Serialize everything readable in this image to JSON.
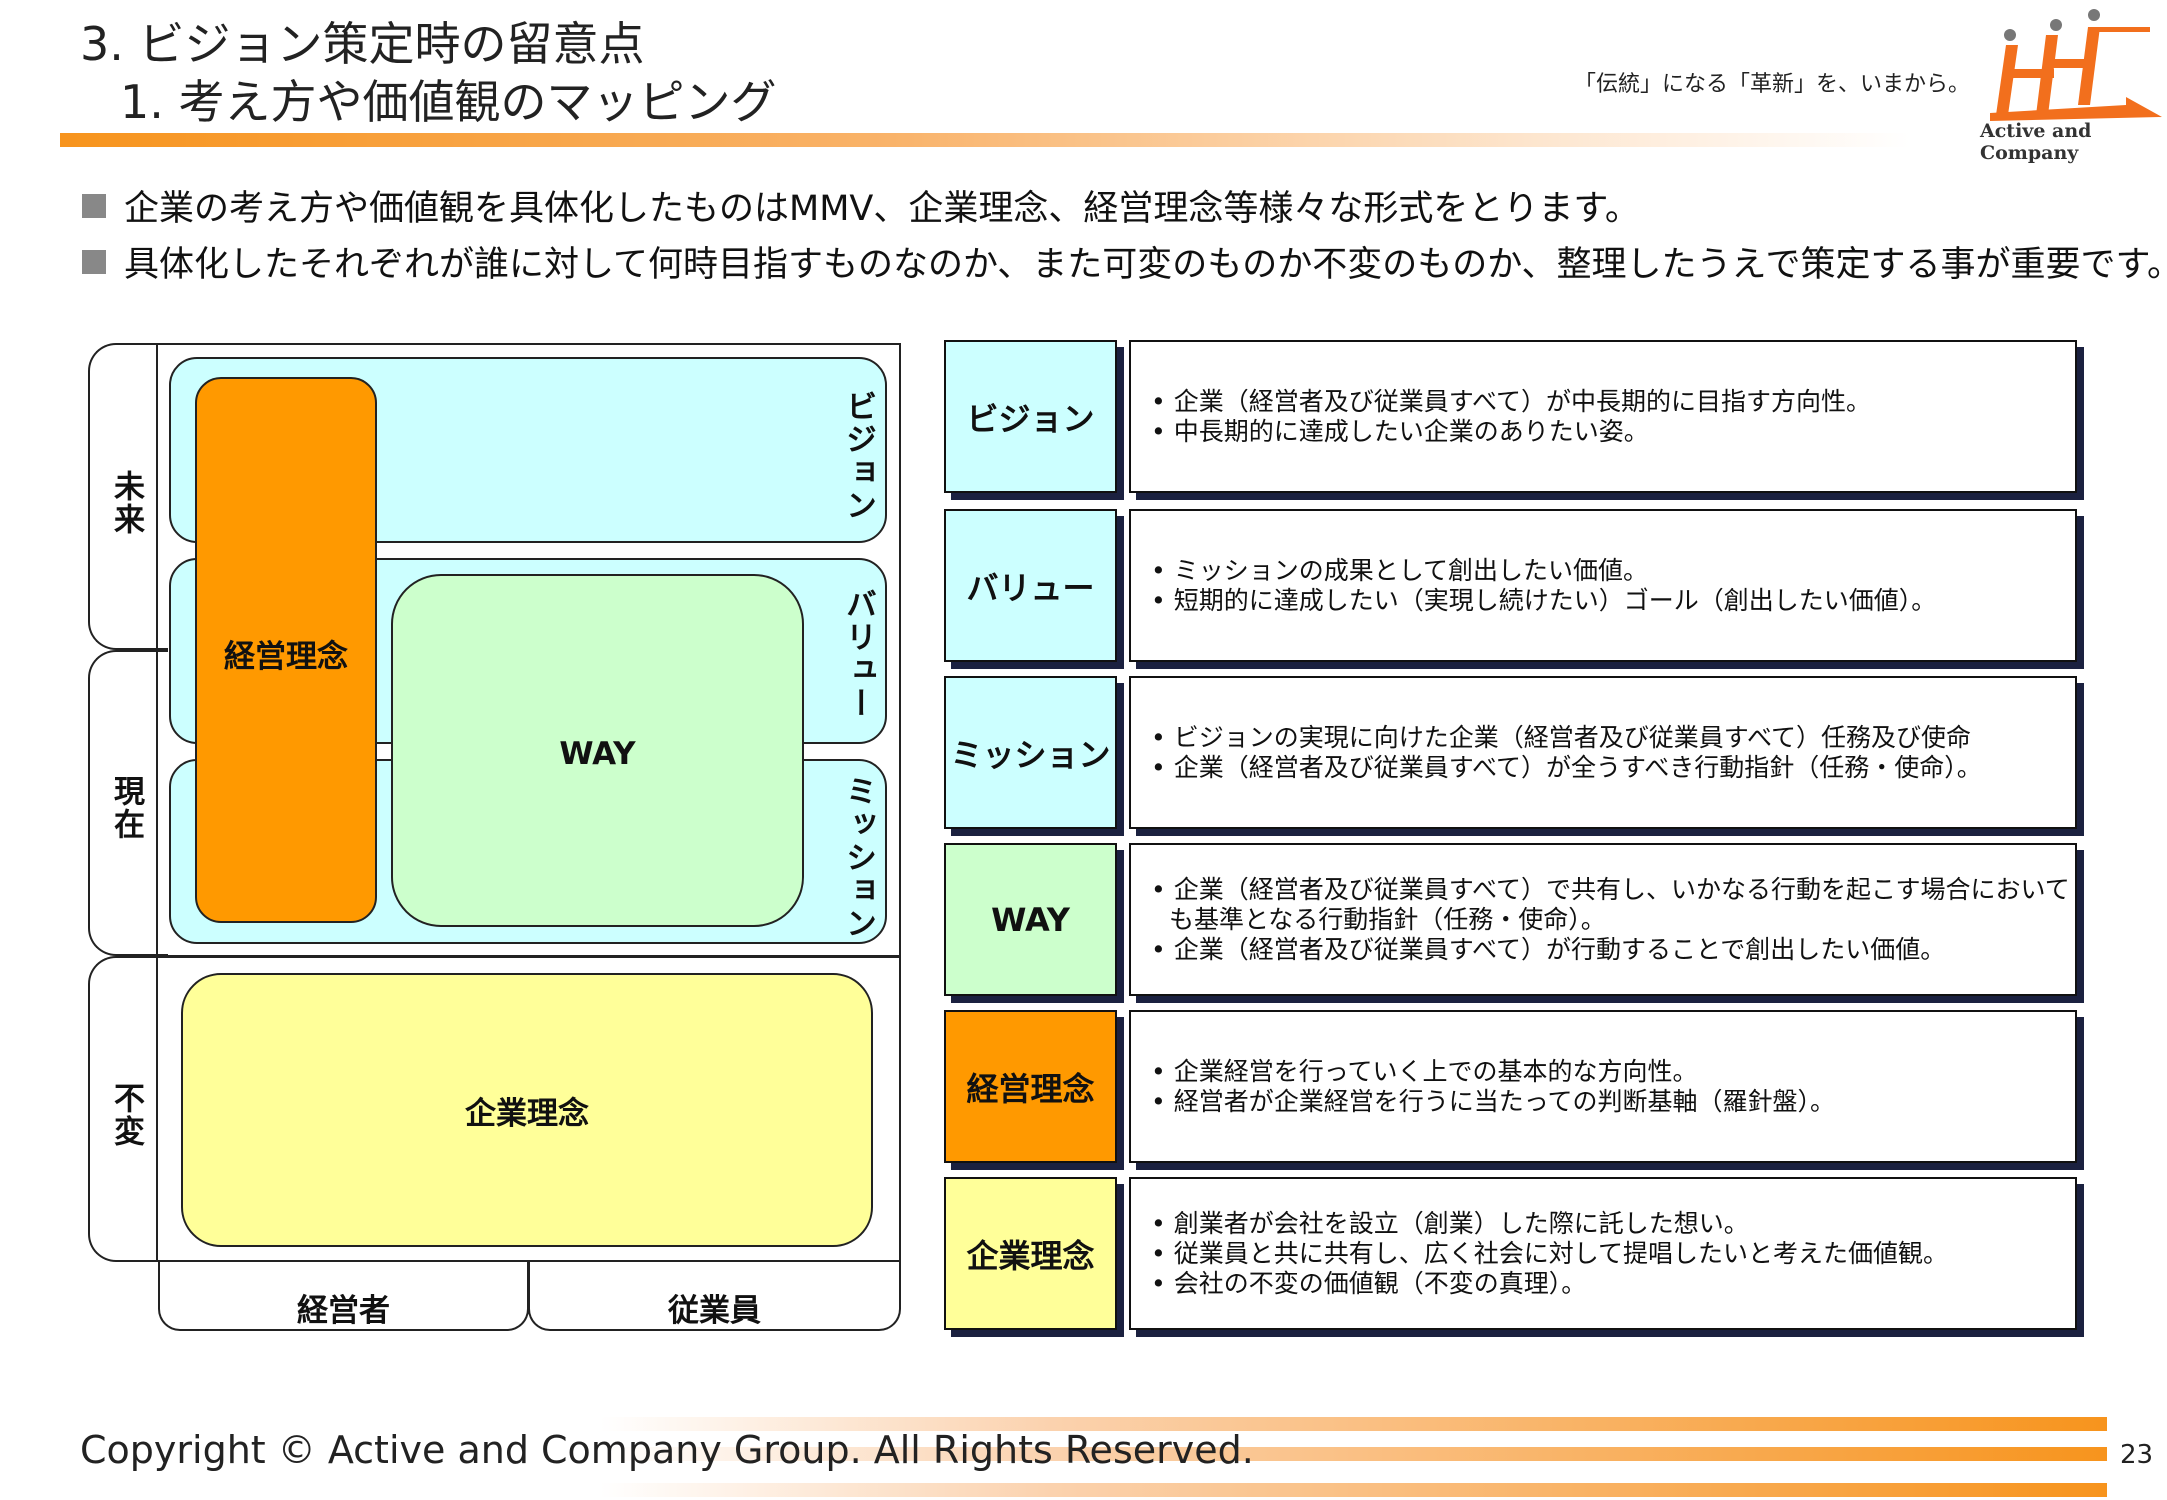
{
  "header": {
    "title_line1": "3. ビジョン策定時の留意点",
    "title_line2": "1. 考え方や価値観のマッピング",
    "tagline": "「伝統」になる「革新」を、いまから。",
    "logo_caption": "Active and Company"
  },
  "bullets": [
    "企業の考え方や価値観を具体化したものはMMV、企業理念、経営理念等様々な形式をとります。",
    "具体化したそれぞれが誰に対して何時目指すものなのか、また可変のものか不変のものか、整理したうえで策定する事が重要です。"
  ],
  "diagram": {
    "rows": [
      "未来",
      "現在",
      "不変"
    ],
    "columns": [
      "経営者",
      "従業員"
    ],
    "vision": "ビジョン",
    "value": "バリュー",
    "mission": "ミッション",
    "management": "経営理念",
    "way": "WAY",
    "corporate": "企業理念"
  },
  "definitions": [
    {
      "label": "ビジョン",
      "color": "#ccffff",
      "lines": [
        "企業（経営者及び従業員すべて）が中長期的に目指す方向性。",
        "中長期的に達成したい企業のありたい姿。"
      ]
    },
    {
      "label": "バリュー",
      "color": "#ccffff",
      "lines": [
        "ミッションの成果として創出したい価値。",
        "短期的に達成したい（実現し続けたい）ゴール（創出したい価値）。"
      ]
    },
    {
      "label": "ミッション",
      "color": "#ccffff",
      "lines": [
        "ビジョンの実現に向けた企業（経営者及び従業員すべて）任務及び使命",
        "企業（経営者及び従業員すべて）が全うすべき行動指針（任務・使命）。"
      ]
    },
    {
      "label": "WAY",
      "color": "#ccffcc",
      "lines": [
        "企業（経営者及び従業員すべて）で共有し、いかなる行動を起こす場合においても基準となる行動指針（任務・使命）。",
        "企業（経営者及び従業員すべて）が行動することで創出したい価値。"
      ]
    },
    {
      "label": "経営理念",
      "color": "#ff9900",
      "lines": [
        "企業経営を行っていく上での基本的な方向性。",
        "経営者が企業経営を行うに当たっての判断基軸（羅針盤）。"
      ]
    },
    {
      "label": "企業理念",
      "color": "#ffff99",
      "lines": [
        "創業者が会社を設立（創業）した際に託した想い。",
        "従業員と共に共有し、広く社会に対して提唱したいと考えた価値観。",
        "会社の不変の価値観（不変の真理）。"
      ]
    }
  ],
  "footer": {
    "copyright": "Copyright © Active and Company Group. All Rights Reserved.",
    "page": "23"
  }
}
